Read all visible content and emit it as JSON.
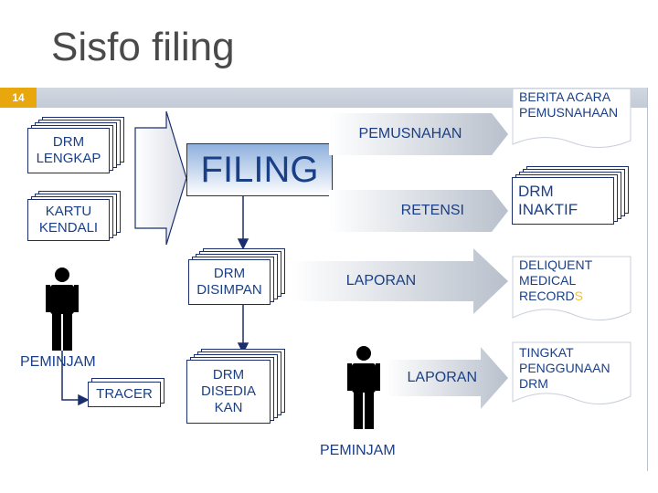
{
  "title": "Sisfo filing",
  "slide_number": "14",
  "sources": {
    "drm_lengkap": "DRM LENGKAP",
    "kartu_kendali": "KARTU KENDALI"
  },
  "filing": "FILING",
  "drm_disimpan": "DRM DISIMPAN",
  "drm_disediakan": "DRM DISEDIA KAN",
  "tracer": "TRACER",
  "peminjam_left": "PEMINJAM",
  "peminjam_bottom": "PEMINJAM",
  "arrows": {
    "pemusnahan": "PEMUSNAHAN",
    "retensi": "RETENSI",
    "laporan_1": "LAPORAN",
    "laporan_2": "LAPORAN"
  },
  "outputs": {
    "berita_acara": "BERITA ACARA PEMUSNAHAAN",
    "drm_inaktif": "DRM INAKTIF",
    "delinquent_main": "DELIQUENT MEDICAL RECORD",
    "delinquent_suffix": "S",
    "tingkat": "TINGKAT PENGGUNAAN DRM"
  },
  "colors": {
    "text": "#1a3f87",
    "stroke": "#1b2e6e",
    "number_badge": "#e8a70c",
    "delinquent_suffix": "#e8c14a"
  }
}
